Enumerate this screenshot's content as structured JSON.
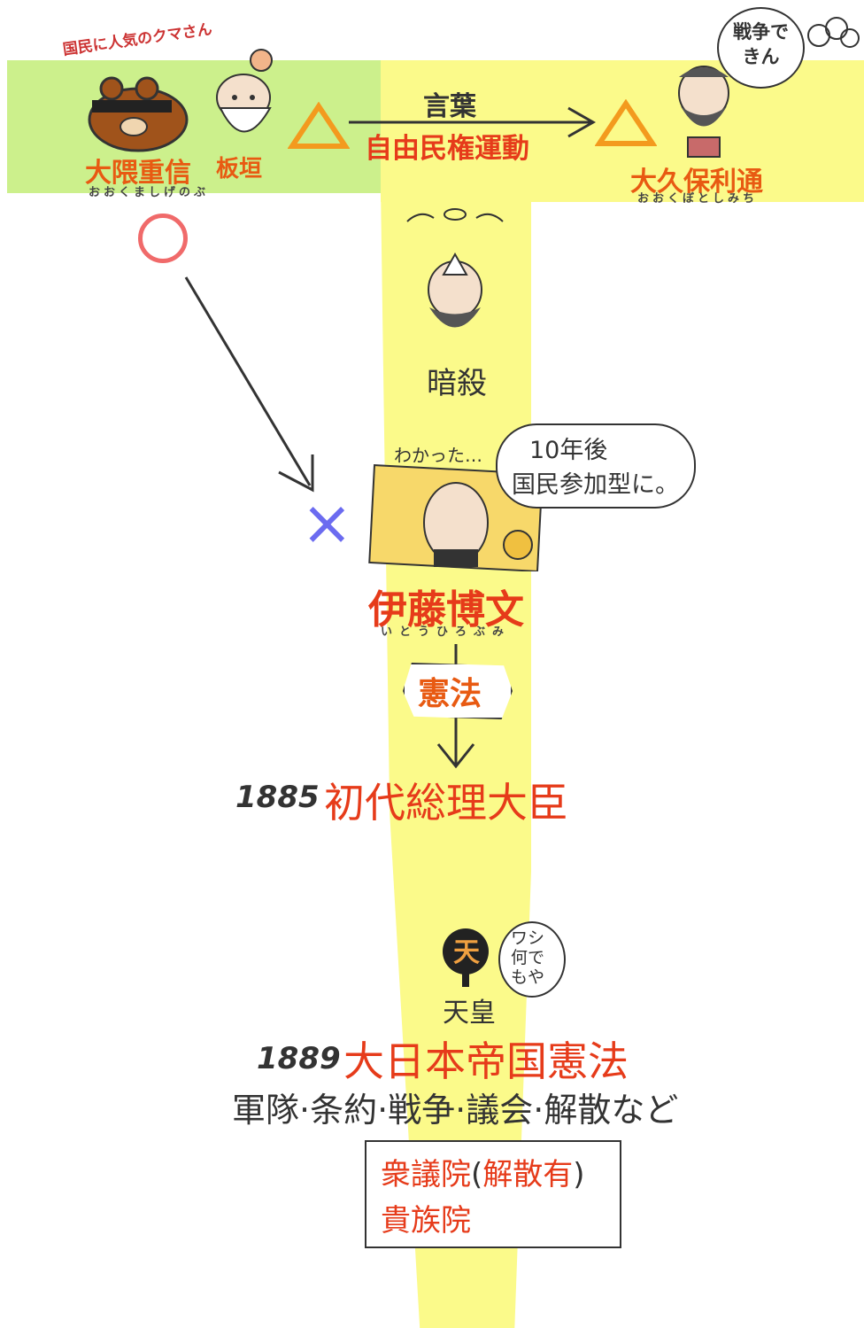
{
  "top": {
    "okuma_label": "国民に人気のクマさん",
    "okuma_name": "大隈重信",
    "okuma_ruby": "おおくましげのぶ",
    "itagaki_name": "板垣",
    "arrow_top": "言葉",
    "arrow_bottom": "自由民権運動",
    "okubo_bubble": "戦争できん",
    "okubo_name": "大久保利通",
    "okubo_ruby": "おおくぼとしみち"
  },
  "middle": {
    "circle_mark": "○",
    "assassination": "暗殺",
    "cross_mark": "×",
    "ito_thought": "わかった…",
    "ito_bubble_line1": "10年後",
    "ito_bubble_line2": "国民参加型に。",
    "ito_name": "伊藤博文",
    "ito_ruby": "いとうひろぶみ",
    "constitution_tag": "憲法"
  },
  "timeline": {
    "year1": "1885",
    "event1": "初代総理大臣",
    "emperor_icon_text": "天",
    "emperor_bubble": "ワシ何でもや",
    "emperor_label": "天皇",
    "year2": "1889",
    "event2": "大日本帝国憲法",
    "powers": "軍隊·条約·戦争·議会·解散など"
  },
  "diet_box": {
    "lower_house": "衆議院",
    "lower_note_open": "(",
    "lower_note": "解散有",
    "lower_note_close": ")",
    "upper_house": "貴族院"
  },
  "colors": {
    "green_band": "#ccf08c",
    "yellow_band": "#fbfa8a",
    "accent_red": "#e63b1a",
    "accent_orange": "#e85a12",
    "triangle": "#f39a1e",
    "circle": "#f06a6a",
    "cross": "#6b6bf0"
  }
}
